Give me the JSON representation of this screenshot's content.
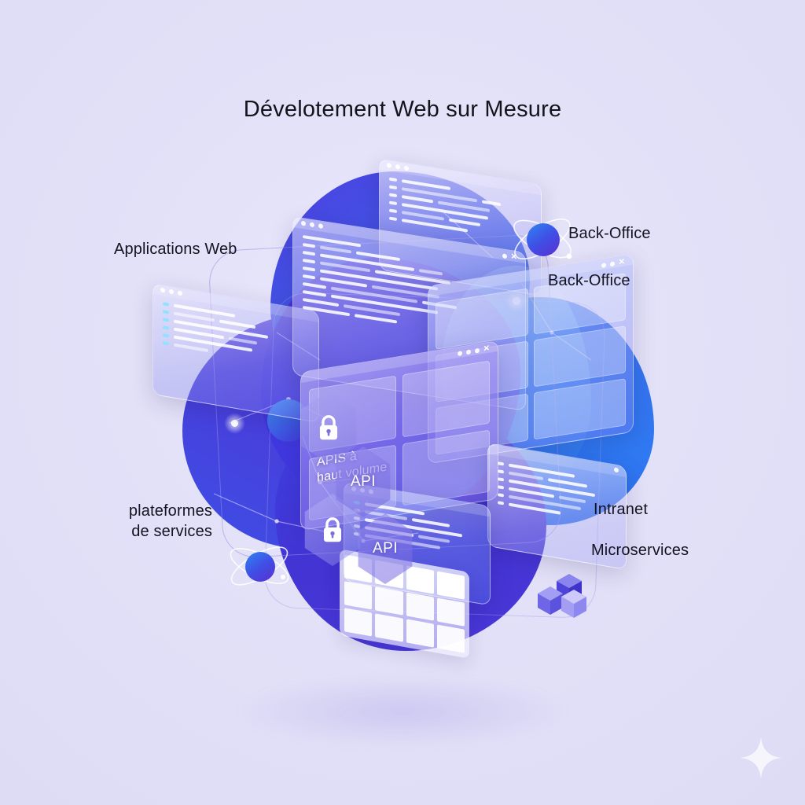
{
  "page": {
    "title": "Dévelotement Web sur Mesure",
    "background_color": "#e3e1f8",
    "accent_colors": {
      "indigo": "#4736dd",
      "blue": "#2f79f2",
      "violet": "#6e60dc",
      "text": "#141320"
    }
  },
  "labels": {
    "applications_web": "Applications Web",
    "plateformes_de_services_line1": "plateformes",
    "plateformes_de_services_line2": "de services",
    "back_office_1": "Back-Office",
    "back_office_2": "Back-Office",
    "intranet": "Intranet",
    "microservices": "Microservices"
  },
  "center_card": {
    "caption_line1": "APIS à",
    "caption_line2": "haut volume"
  },
  "hexagons": [
    {
      "name": "lock-1",
      "icon": "lock-icon",
      "label": ""
    },
    {
      "name": "api-1",
      "icon": "",
      "label": "API"
    },
    {
      "name": "lock-2",
      "icon": "lock-icon",
      "label": ""
    },
    {
      "name": "api-2",
      "icon": "",
      "label": "API"
    }
  ],
  "icons": {
    "atom_top_right": "atom-icon",
    "atom_bottom_left": "atom-icon",
    "cubes": "cubes-icon",
    "sparkle": "sparkle-icon"
  }
}
